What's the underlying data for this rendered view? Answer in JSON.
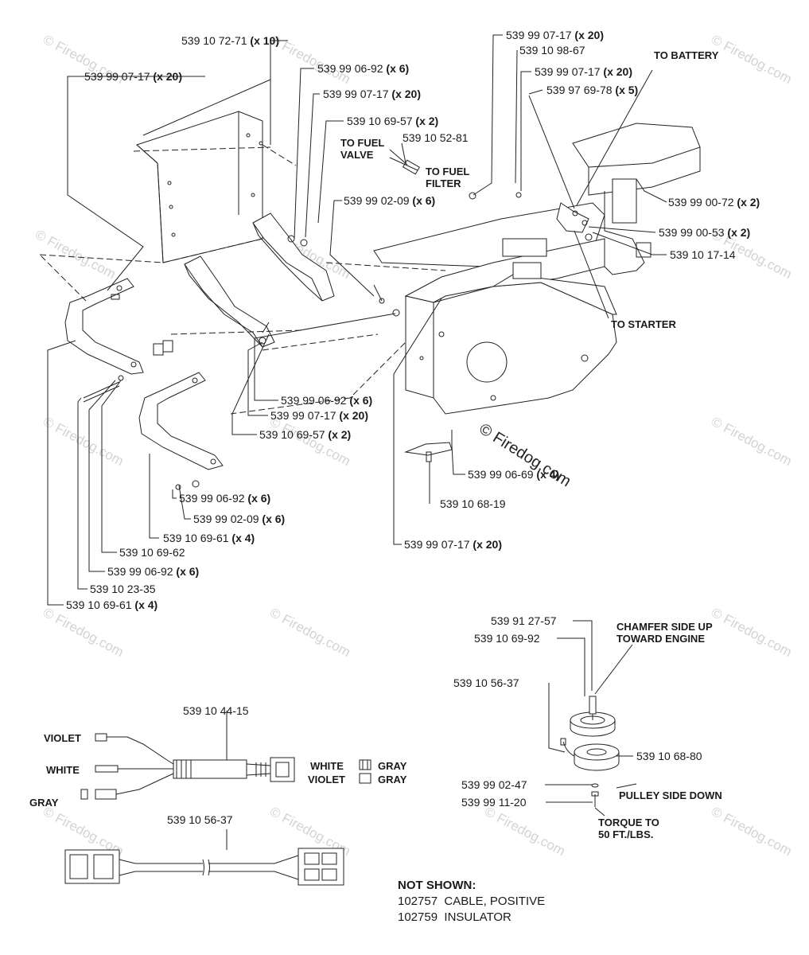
{
  "watermark": {
    "text": "© Firedog.com",
    "main_text": "© Firedog.com"
  },
  "callouts": [
    {
      "id": "c01",
      "part": "539 10 72-71",
      "qty": "(x 10)"
    },
    {
      "id": "c02",
      "part": "539 99 07-17",
      "qty": "(x 20)"
    },
    {
      "id": "c03",
      "part": "539 99 06-92",
      "qty": "(x 6)"
    },
    {
      "id": "c04",
      "part": "539 99 07-17",
      "qty": "(x 20)"
    },
    {
      "id": "c05",
      "part": "539 10 69-57",
      "qty": "(x 2)"
    },
    {
      "id": "c06",
      "part": "539 10 52-81",
      "qty": ""
    },
    {
      "id": "c07",
      "part": "539 99 02-09",
      "qty": "(x 6)"
    },
    {
      "id": "c08",
      "part": "539 99 07-17",
      "qty": "(x 20)"
    },
    {
      "id": "c09",
      "part": "539 10 98-67",
      "qty": ""
    },
    {
      "id": "c10",
      "part": "539 99 07-17",
      "qty": "(x 20)"
    },
    {
      "id": "c11",
      "part": "539 97 69-78",
      "qty": "(x 5)"
    },
    {
      "id": "c12",
      "part": "539 99 00-72",
      "qty": "(x 2)"
    },
    {
      "id": "c13",
      "part": "539 99 00-53",
      "qty": "(x 2)"
    },
    {
      "id": "c14",
      "part": "539 10 17-14",
      "qty": ""
    },
    {
      "id": "c15",
      "part": "539 99 06-92",
      "qty": "(x 6)"
    },
    {
      "id": "c16",
      "part": "539 99 07-17",
      "qty": "(x 20)"
    },
    {
      "id": "c17",
      "part": "539 10 69-57",
      "qty": "(x 2)"
    },
    {
      "id": "c18",
      "part": "539 99 06-69",
      "qty": "(x 4)"
    },
    {
      "id": "c19",
      "part": "539 10 68-19",
      "qty": ""
    },
    {
      "id": "c20",
      "part": "539 99 06-92",
      "qty": "(x 6)"
    },
    {
      "id": "c21",
      "part": "539 99 02-09",
      "qty": "(x 6)"
    },
    {
      "id": "c22",
      "part": "539 10 69-61",
      "qty": "(x 4)"
    },
    {
      "id": "c23",
      "part": "539 99 07-17",
      "qty": "(x 20)"
    },
    {
      "id": "c24",
      "part": "539 10 69-62",
      "qty": ""
    },
    {
      "id": "c25",
      "part": "539 99 06-92",
      "qty": "(x 6)"
    },
    {
      "id": "c26",
      "part": "539 10 23-35",
      "qty": ""
    },
    {
      "id": "c27",
      "part": "539 10 69-61",
      "qty": "(x 4)"
    },
    {
      "id": "c28",
      "part": "539 91 27-57",
      "qty": ""
    },
    {
      "id": "c29",
      "part": "539 10 69-92",
      "qty": ""
    },
    {
      "id": "c30",
      "part": "539 10 56-37",
      "qty": ""
    },
    {
      "id": "c31",
      "part": "539 10 68-80",
      "qty": ""
    },
    {
      "id": "c32",
      "part": "539 99 02-47",
      "qty": ""
    },
    {
      "id": "c33",
      "part": "539 99 11-20",
      "qty": ""
    },
    {
      "id": "c34",
      "part": "539 10 44-15",
      "qty": ""
    },
    {
      "id": "c35",
      "part": "539 10 56-37",
      "qty": ""
    }
  ],
  "notes": {
    "to_battery": "TO BATTERY",
    "to_fuel_valve_1": "TO FUEL",
    "to_fuel_valve_2": "VALVE",
    "to_fuel_filter_1": "TO FUEL",
    "to_fuel_filter_2": "FILTER",
    "to_starter": "TO STARTER",
    "chamfer_1": "CHAMFER SIDE UP",
    "chamfer_2": "TOWARD ENGINE",
    "pulley_side": "PULLEY SIDE DOWN",
    "torque_1": "TORQUE TO",
    "torque_2": "50 FT./LBS.",
    "violet": "VIOLET",
    "white": "WHITE",
    "gray": "GRAY",
    "conn_white": "WHITE",
    "conn_violet": "VIOLET",
    "conn_gray_1": "GRAY",
    "conn_gray_2": "GRAY"
  },
  "not_shown": {
    "title": "NOT SHOWN:",
    "items": [
      {
        "part": "102757",
        "desc": "CABLE, POSITIVE"
      },
      {
        "part": "102759",
        "desc": "INSULATOR"
      }
    ]
  }
}
